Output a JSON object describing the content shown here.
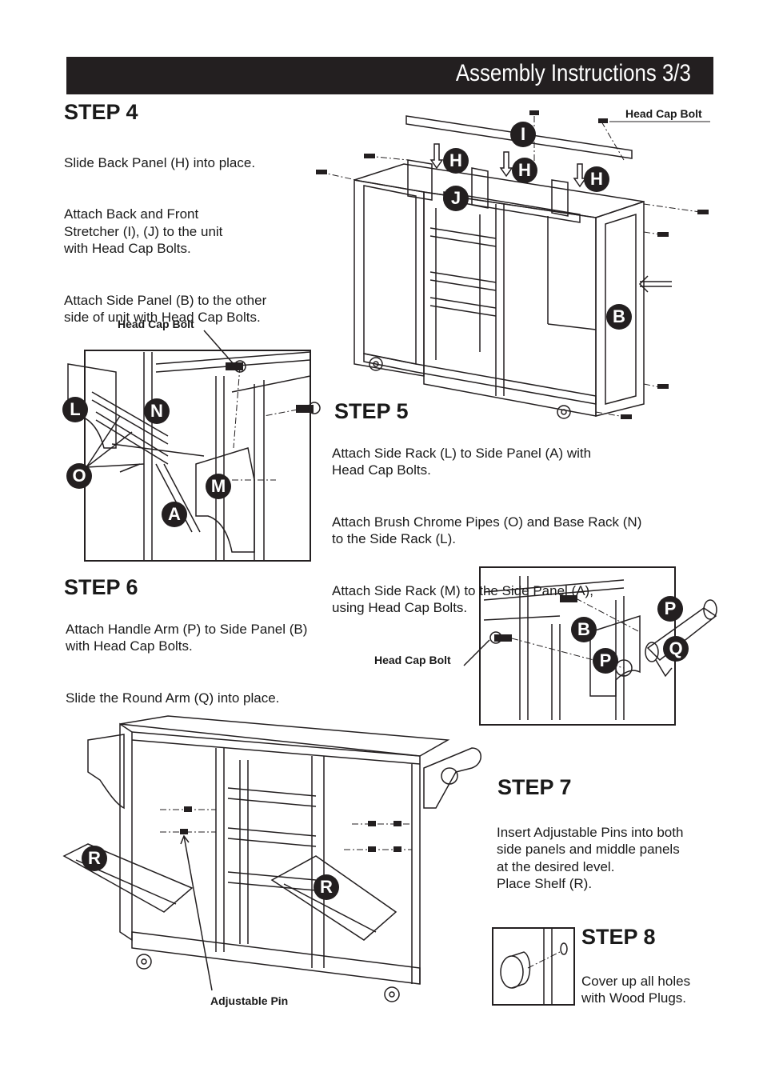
{
  "header": {
    "title": "Assembly Instructions 3/3"
  },
  "step4": {
    "heading": "STEP 4",
    "paragraphs": [
      "Slide Back Panel (H) into place.",
      "Attach Back and Front\nStretcher (I), (J) to the unit\nwith Head Cap Bolts.",
      "Attach Side Panel (B) to the other\nside of  unit with Head Cap Bolts."
    ],
    "bolt_label": "Head Cap Bolt",
    "parts": [
      "I",
      "H",
      "H",
      "H",
      "J",
      "B"
    ]
  },
  "step5": {
    "heading": "STEP 5",
    "paragraphs": [
      "Attach Side Rack (L) to Side Panel (A) with\nHead Cap Bolts.",
      "Attach Brush Chrome Pipes (O) and Base Rack (N)\nto the Side Rack (L).",
      "Attach Side Rack (M) to the Side Panel (A),\nusing Head Cap Bolts."
    ],
    "bolt_label": "Head Cap Bolt",
    "parts": [
      "L",
      "N",
      "O",
      "M",
      "A"
    ]
  },
  "step6": {
    "heading": "STEP 6",
    "paragraphs": [
      "Attach Handle Arm (P) to Side Panel (B)\nwith Head Cap Bolts.",
      "Slide the Round Arm (Q) into place."
    ],
    "bolt_label": "Head Cap Bolt",
    "parts": [
      "P",
      "B",
      "Q",
      "P"
    ]
  },
  "step7": {
    "heading": "STEP 7",
    "paragraphs": [
      "Insert Adjustable Pins into both\nside panels and middle panels\nat the desired level.\nPlace Shelf (R)."
    ],
    "pin_label": "Adjustable Pin",
    "parts": [
      "R",
      "R"
    ]
  },
  "step8": {
    "heading": "STEP 8",
    "paragraphs": [
      "Cover up all holes\nwith Wood Plugs."
    ]
  }
}
